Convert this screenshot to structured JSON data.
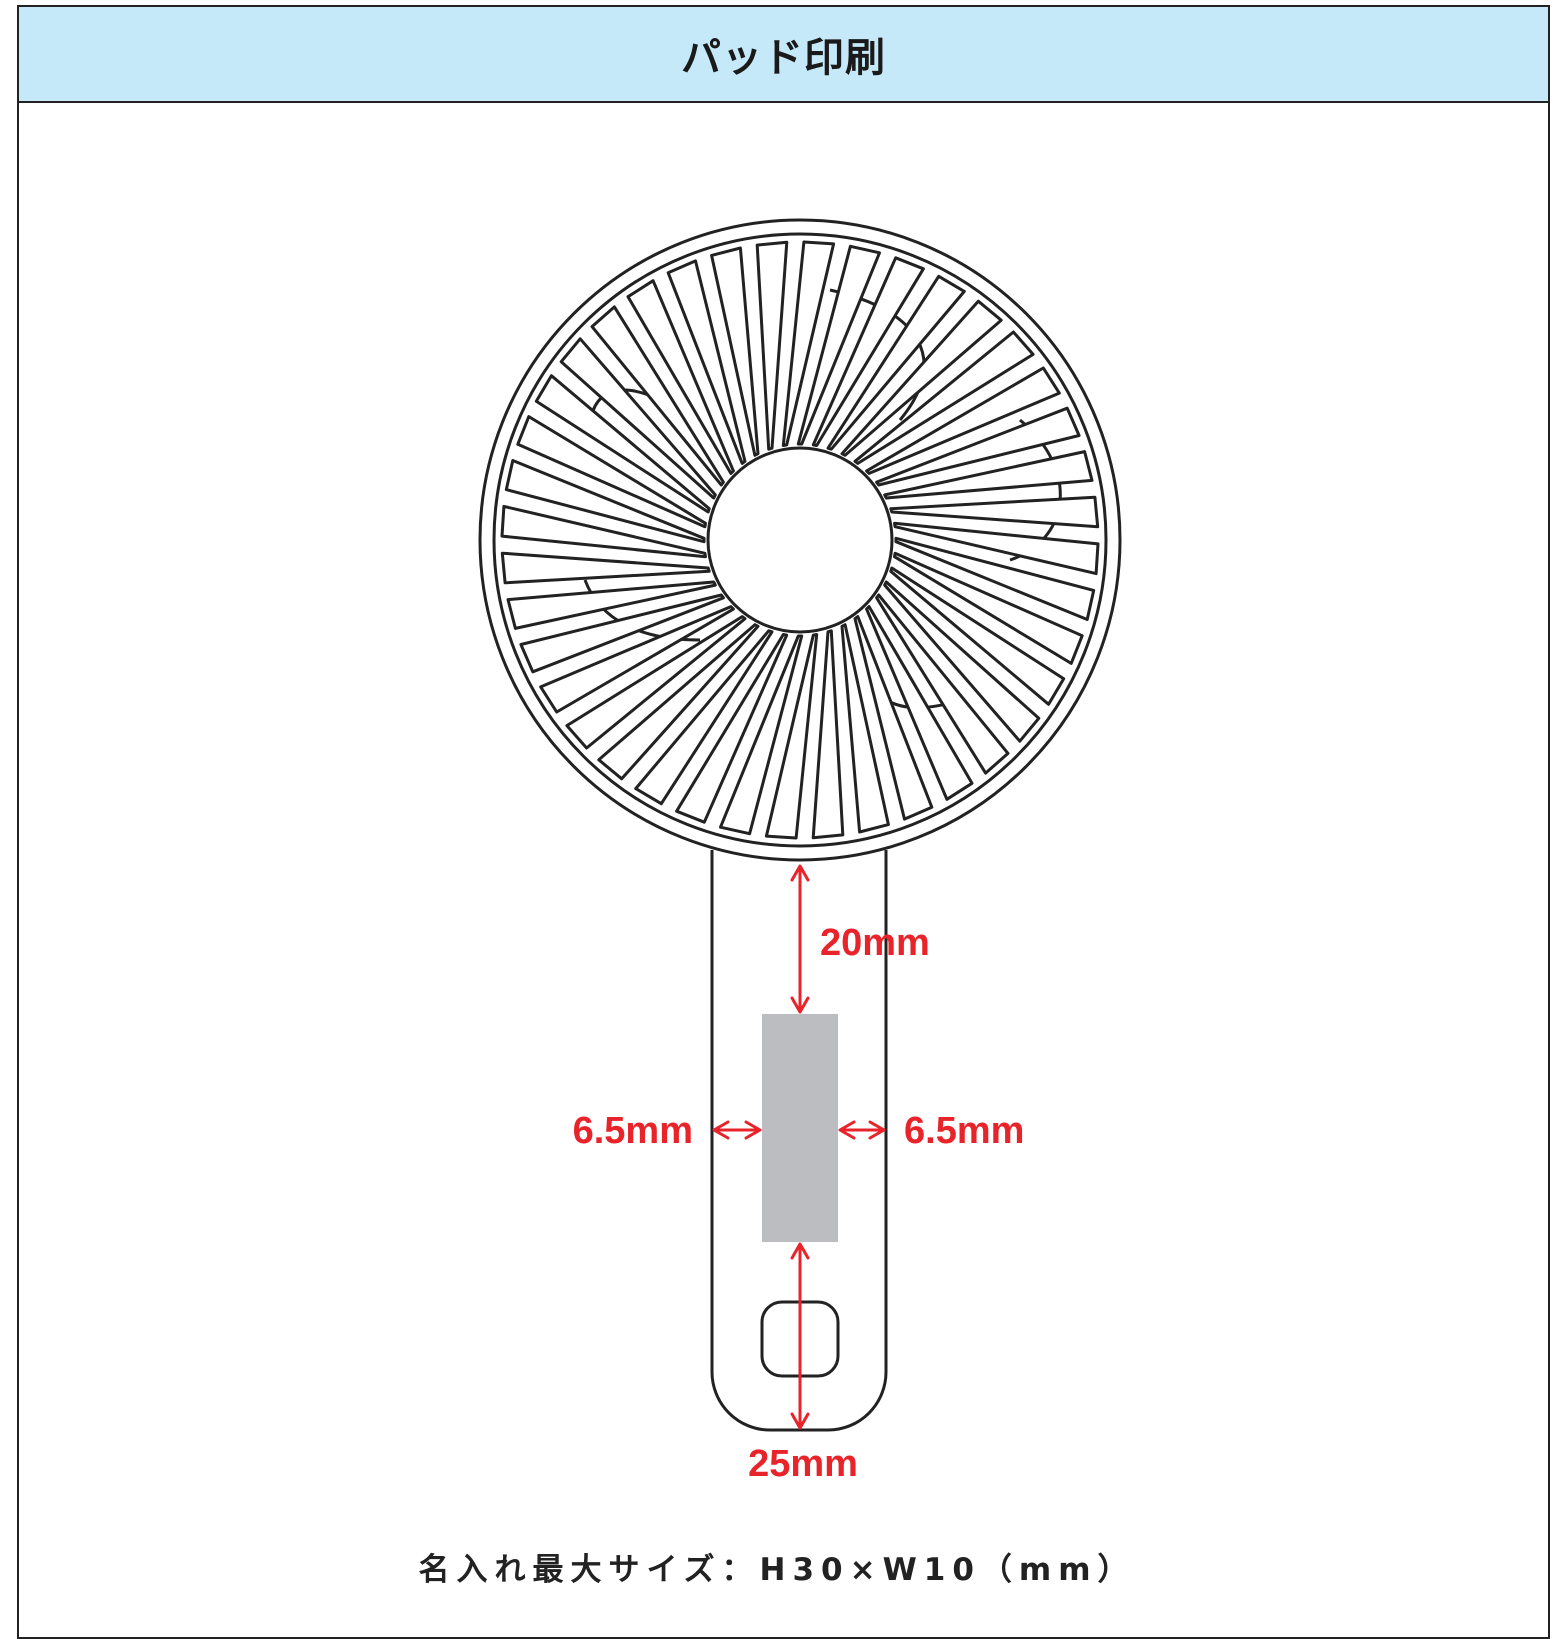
{
  "header": {
    "title": "パッド印刷"
  },
  "dimensions": {
    "top_gap": "20mm",
    "left_margin": "6.5mm",
    "right_margin": "6.5mm",
    "handle_bottom": "25mm"
  },
  "caption": {
    "text": "名入れ最大サイズ：H30×W10（mm）"
  },
  "colors": {
    "header_bg": "#c5e9f8",
    "dimension_red": "#e8232a",
    "print_area_gray": "#bcbdc0",
    "outline": "#222222"
  },
  "icons": {
    "product": "handheld-fan-icon"
  }
}
